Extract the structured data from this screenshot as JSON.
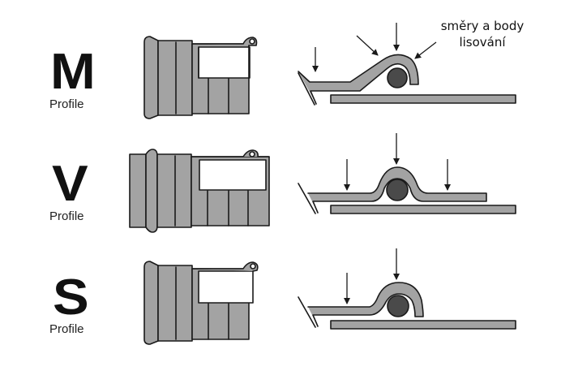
{
  "colors": {
    "fill": "#a3a3a3",
    "stroke": "#1a1a1a",
    "background": "#ffffff"
  },
  "annotation": {
    "line1": "směry a body",
    "line2": "lisování"
  },
  "rows": [
    {
      "letter": "M",
      "sub": "Profile"
    },
    {
      "letter": "V",
      "sub": "Profile"
    },
    {
      "letter": "S",
      "sub": "Profile"
    }
  ]
}
